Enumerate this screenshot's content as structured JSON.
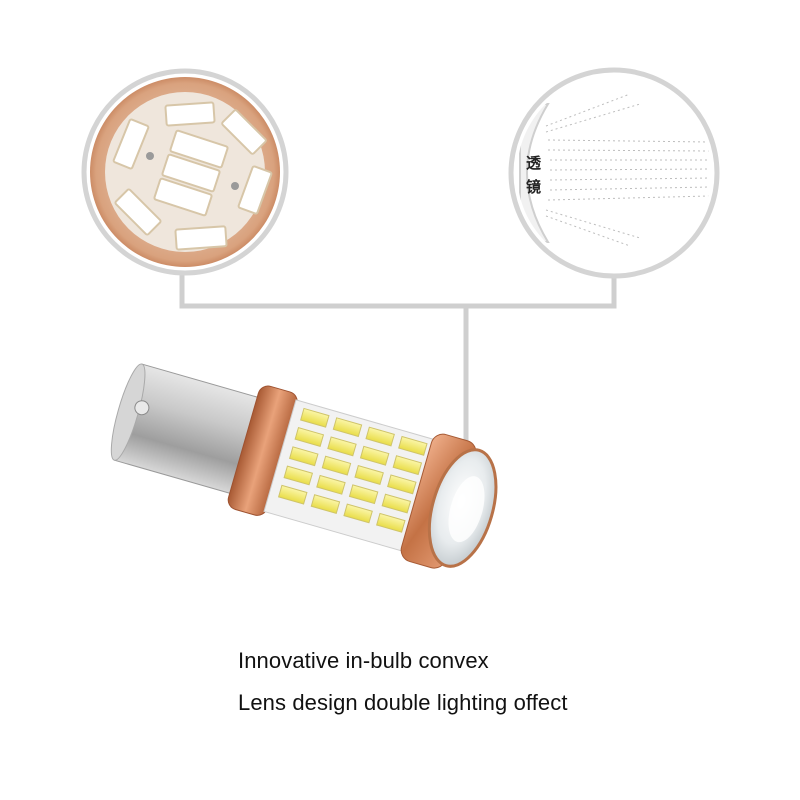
{
  "captions": {
    "line1": "Innovative in-bulb convex",
    "line2": "Lens design double lighting offect"
  },
  "lens_callout": {
    "label_line1": "透",
    "label_line2": "镜"
  },
  "colors": {
    "copper": "#c8784e",
    "connector": "#cfcfcf",
    "led_yellow": "#f4ec6a",
    "chrome": "#b8b8b8"
  }
}
